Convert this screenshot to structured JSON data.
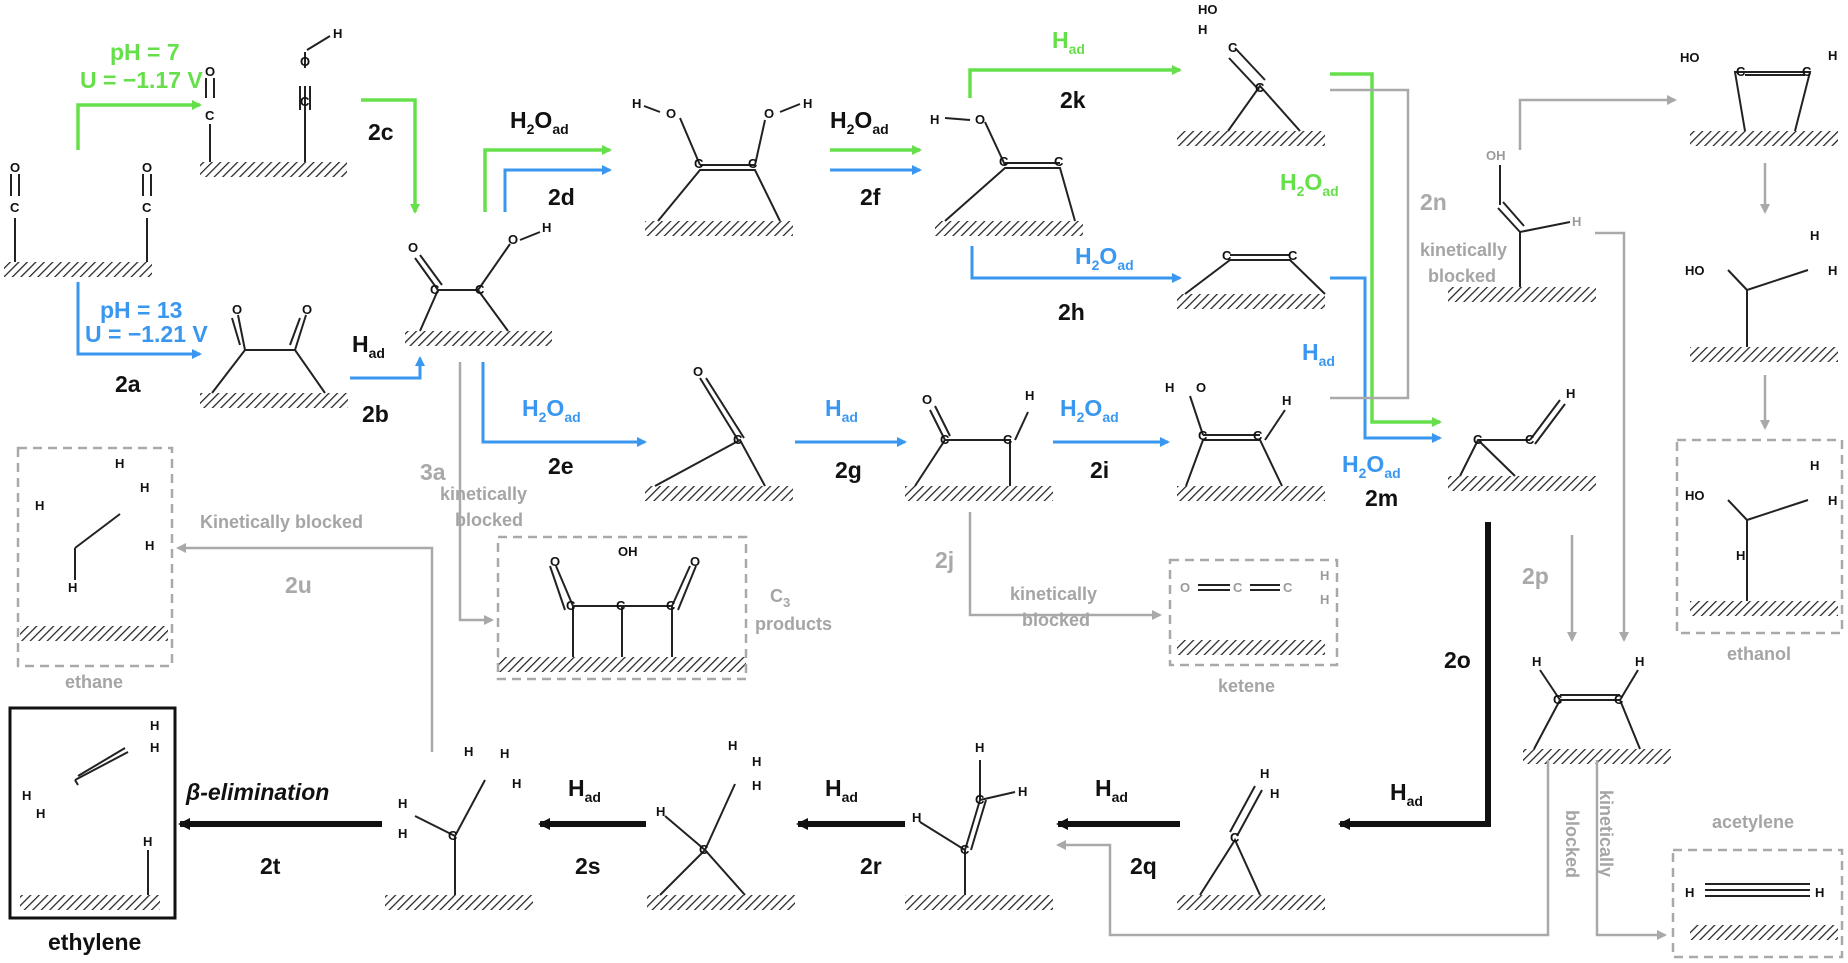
{
  "colors": {
    "green": "#66e04a",
    "blue": "#3a97f0",
    "black": "#111111",
    "gray": "#a9a9a9"
  },
  "conditions": {
    "green_ph": "pH = 7",
    "green_u": "U = −1.17 V",
    "blue_ph": "pH = 13",
    "blue_u": "U = −1.21 V"
  },
  "steps": {
    "s2a": "2a",
    "s2b": "2b",
    "s2c": "2c",
    "s2d": "2d",
    "s2e": "2e",
    "s2f": "2f",
    "s2g": "2g",
    "s2h": "2h",
    "s2i": "2i",
    "s2j": "2j",
    "s2k": "2k",
    "s2m": "2m",
    "s2n": "2n",
    "s2o": "2o",
    "s2p": "2p",
    "s2q": "2q",
    "s2r": "2r",
    "s2s": "2s",
    "s2t": "2t",
    "s2u": "2u",
    "s3a": "3a"
  },
  "reagents": {
    "h_main": "H",
    "h_sub": "ad",
    "h2o_main_1": "H",
    "h2o_main_2": "O",
    "h2o_sub_2": "2",
    "h2o_sub_ad": "ad"
  },
  "annotations": {
    "kinetically_blocked": "Kinetically blocked",
    "kinetically": "kinetically",
    "blocked": "blocked",
    "kinetically_vertical": "kinetically",
    "blocked_vertical": "blocked",
    "c3_line1": "C",
    "c3_sub": "3",
    "c3_line2": "products",
    "beta_elimination": "β-elimination"
  },
  "products": {
    "ethane": "ethane",
    "ethylene": "ethylene",
    "ketene": "ketene",
    "ethanol": "ethanol",
    "acetylene": "acetylene"
  },
  "atoms": {
    "C": "C",
    "O": "O",
    "H": "H",
    "OH": "OH",
    "HO": "HO"
  }
}
